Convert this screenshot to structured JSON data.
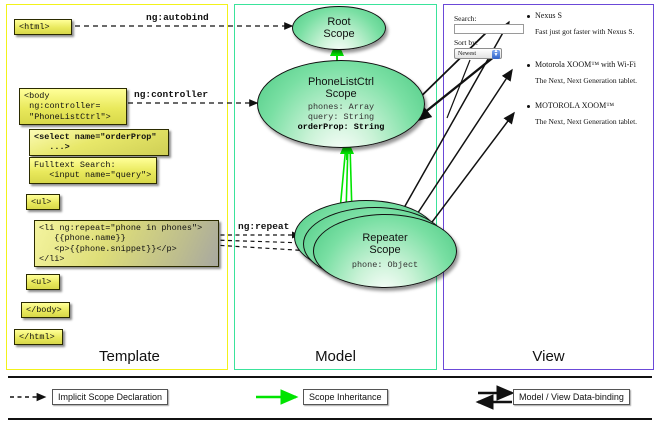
{
  "panels": {
    "template": {
      "title": "Template",
      "border_color": "#f2f21a",
      "boxes": [
        {
          "name": "html-open",
          "text": "<html>"
        },
        {
          "name": "body-open",
          "text": "<body\n ng:controller=\n \"PhoneListCtrl\">"
        },
        {
          "name": "select-orderprop",
          "text": "<select name=\"orderProp\"\n   ...>"
        },
        {
          "name": "fulltext-search",
          "text": "Fulltext Search:\n   <input name=\"query\">"
        },
        {
          "name": "ul-open",
          "text": "<ul>"
        },
        {
          "name": "li-ngrepeat",
          "text": "<li ng:repeat=\"phone in phones\">\n   {{phone.name}}\n   <p>{{phone.snippet}}</p>\n</li>"
        },
        {
          "name": "ul-close",
          "text": "<ul>"
        },
        {
          "name": "body-close",
          "text": "</body>"
        },
        {
          "name": "html-close",
          "text": "</html>"
        }
      ]
    },
    "model": {
      "title": "Model",
      "border_color": "#3ae39b",
      "scopes": [
        {
          "name": "root-scope",
          "title": "Root\nScope",
          "props": ""
        },
        {
          "name": "phonelistctrl-scope",
          "title": "PhoneListCtrl\nScope",
          "props_plain": "phones: Array\nquery: String",
          "props_bold": "orderProp: String"
        },
        {
          "name": "repeater-scope",
          "title": "Repeater\nScope",
          "props": "phone: Object"
        }
      ]
    },
    "view": {
      "title": "View",
      "border_color": "#6b49d8",
      "search_label": "Search:",
      "search_value": "",
      "sort_label": "Sort by:",
      "sort_value": "Newest",
      "items": [
        {
          "name": "Nexus S",
          "snippet": "Fast just got faster with Nexus S."
        },
        {
          "name": "Motorola XOOM™  with Wi-Fi",
          "snippet": "The Next, Next Generation tablet."
        },
        {
          "name": "MOTOROLA XOOM™",
          "snippet": "The Next, Next Generation tablet."
        }
      ]
    }
  },
  "connectors": {
    "autobind": "ng:autobind",
    "controller": "ng:controller",
    "repeat": "ng:repeat"
  },
  "legend": {
    "implicit": "Implicit Scope Declaration",
    "inheritance": "Scope Inheritance",
    "databinding": "Model / View Data-binding",
    "inheritance_color": "#00e400",
    "dash_color": "#111111"
  }
}
